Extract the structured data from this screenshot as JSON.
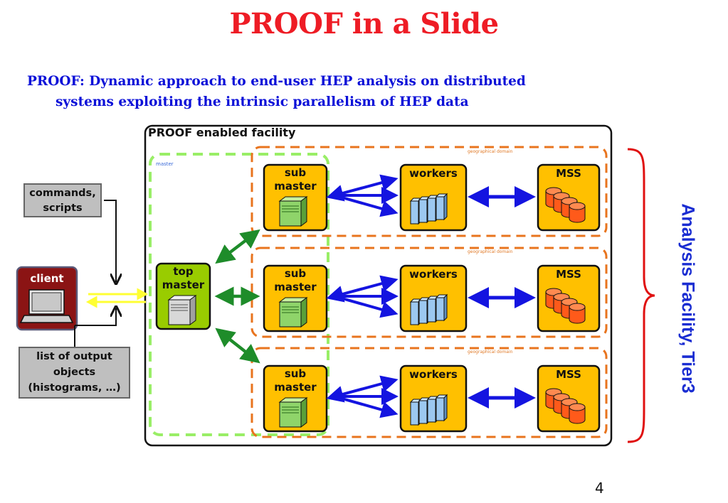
{
  "title": "PROOF in a Slide",
  "subtitle": {
    "line1": "PROOF: Dynamic approach to end-user HEP analysis on distributed",
    "line2": "systems exploiting the intrinsic parallelism of HEP data"
  },
  "facility": {
    "label": "PROOF enabled facility",
    "master_region_label": "master",
    "domain_label": "geographical domain"
  },
  "commands_box": {
    "line1": "commands,",
    "line2": "scripts"
  },
  "client": {
    "label": "client"
  },
  "output_box": {
    "line1": "list of output",
    "line2": "objects",
    "line3": "(histograms, …)"
  },
  "top_master": {
    "line1": "top",
    "line2": "master"
  },
  "sub_master": {
    "line1": "sub",
    "line2": "master"
  },
  "workers_label": "workers",
  "mss_label": "MSS",
  "side_label": "Analysis Facility, Tier3",
  "page_number": "4",
  "colors": {
    "title": "#ee1c25",
    "subtitle": "#0b10d8",
    "node_fill": "#ffc000",
    "top_master_fill": "#99cc00",
    "domain_border": "#e8741e",
    "master_border": "#99ee66",
    "arrow_blue": "#1414e0",
    "arrow_green": "#1e8c2a",
    "brace": "#e01010"
  }
}
